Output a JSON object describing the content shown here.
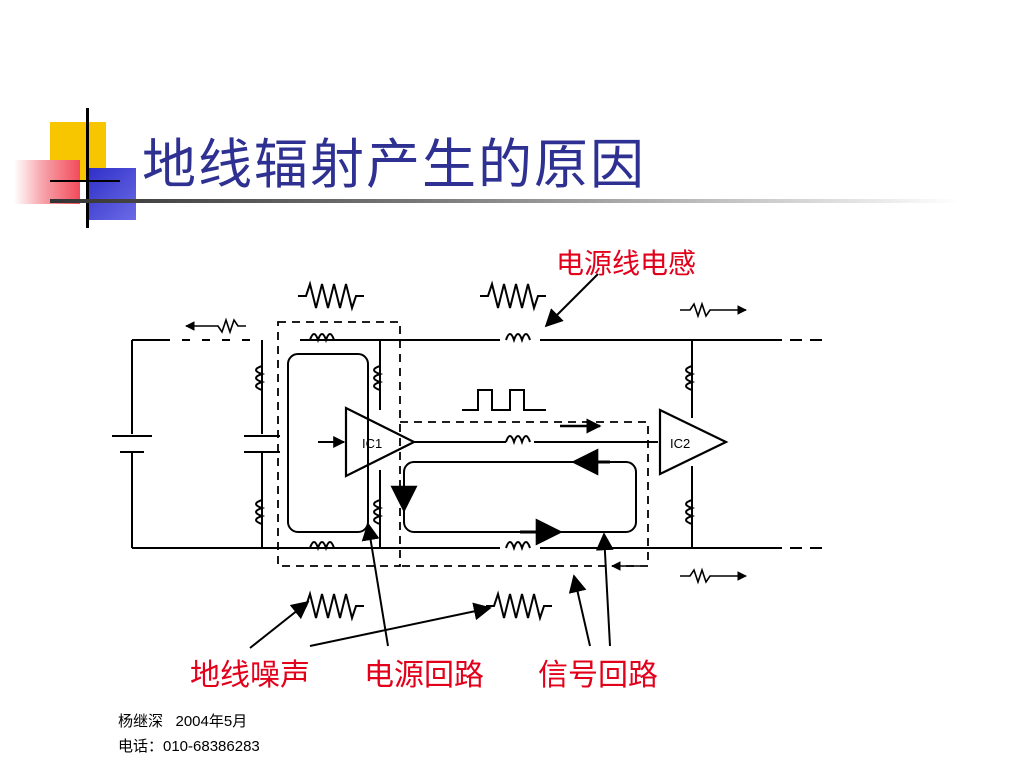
{
  "slide": {
    "title": "地线辐射产生的原因",
    "labels": {
      "power_inductance": "电源线电感",
      "ground_noise": "地线噪声",
      "power_loop": "电源回路",
      "signal_loop": "信号回路"
    },
    "footer": {
      "author_line": "杨继深   2004年5月",
      "phone_line": "电话：010-68386283"
    }
  },
  "diagram": {
    "ic1_label": "IC1",
    "ic2_label": "IC2"
  },
  "colors": {
    "title": "#2e3192",
    "label_red": "#e3001b",
    "deco_yellow": "#f7c600",
    "deco_blue": "#3b3bd1",
    "deco_red": "#f24b5a"
  }
}
